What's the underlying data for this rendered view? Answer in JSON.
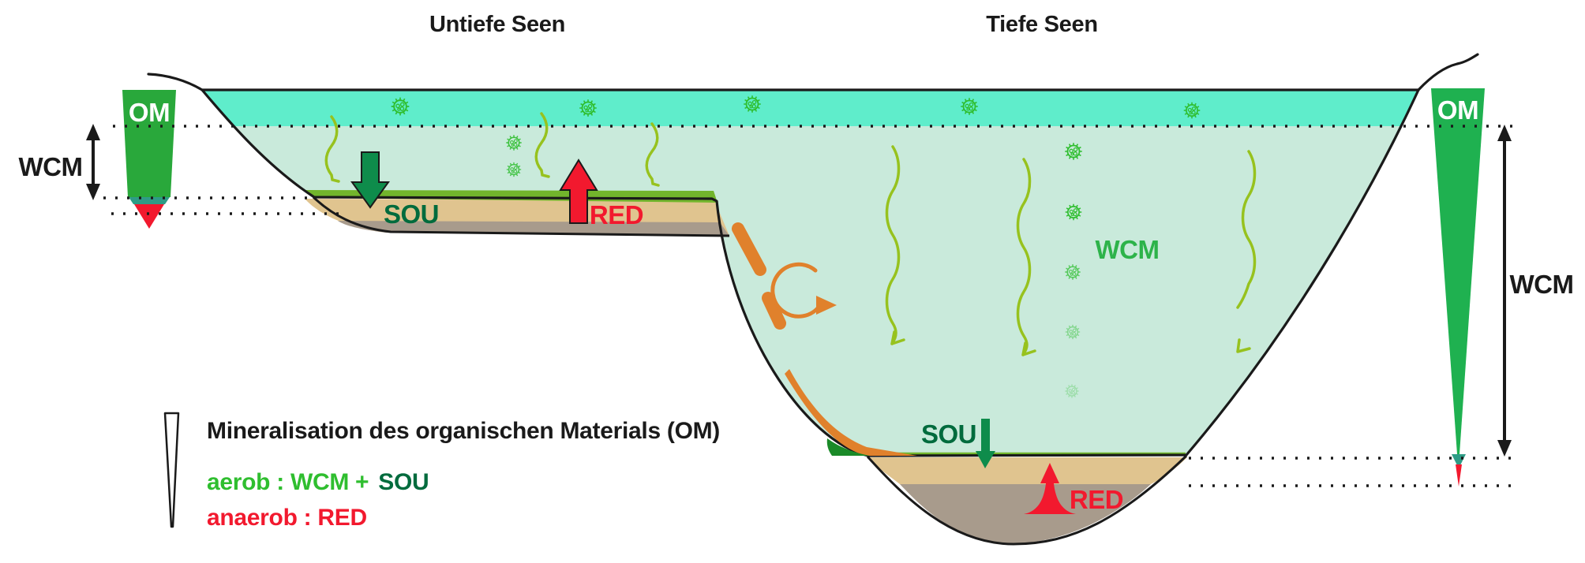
{
  "titles": {
    "shallow": "Untiefe Seen",
    "deep": "Tiefe Seen"
  },
  "funnel_labels": {
    "om_left": "OM",
    "om_right": "OM"
  },
  "measure_labels": {
    "wcm_left": "WCM",
    "wcm_right": "WCM"
  },
  "water_labels": {
    "wcm_deep": "WCM"
  },
  "process_labels": {
    "sou_shallow": "SOU",
    "red_shallow": "RED",
    "sou_deep": "SOU",
    "red_deep": "RED"
  },
  "legend": {
    "title": "Mineralisation des organischen Materials (OM)",
    "aerob_prefix": "aerob : WCM +",
    "aerob_sou": "SOU",
    "anaerob": "anaerob : RED"
  },
  "colors": {
    "outline_black": "#1A1A1A",
    "epilimnion_turquoise": "#5FEDCB",
    "water_mint": "#C9EADB",
    "sediment_surface_green": "#72B52C",
    "sediment_tan": "#E0C48F",
    "sediment_gray": "#A89B8C",
    "turbidite_orange": "#E0812C",
    "buried_om_green": "#1A8A28",
    "om_funnel_left_green": "#29A83B",
    "om_funnel_right_green": "#1FB150",
    "funnel_teal_band": "#2E9C86",
    "red": "#F2192E",
    "sou_arrow_green": "#0E8C4B",
    "sinking_path_green": "#97C21E",
    "alga_green": "#2FBE2F",
    "wcm_text_green": "#2DB34A",
    "legend_icon_fill": "#FFFFFF"
  }
}
